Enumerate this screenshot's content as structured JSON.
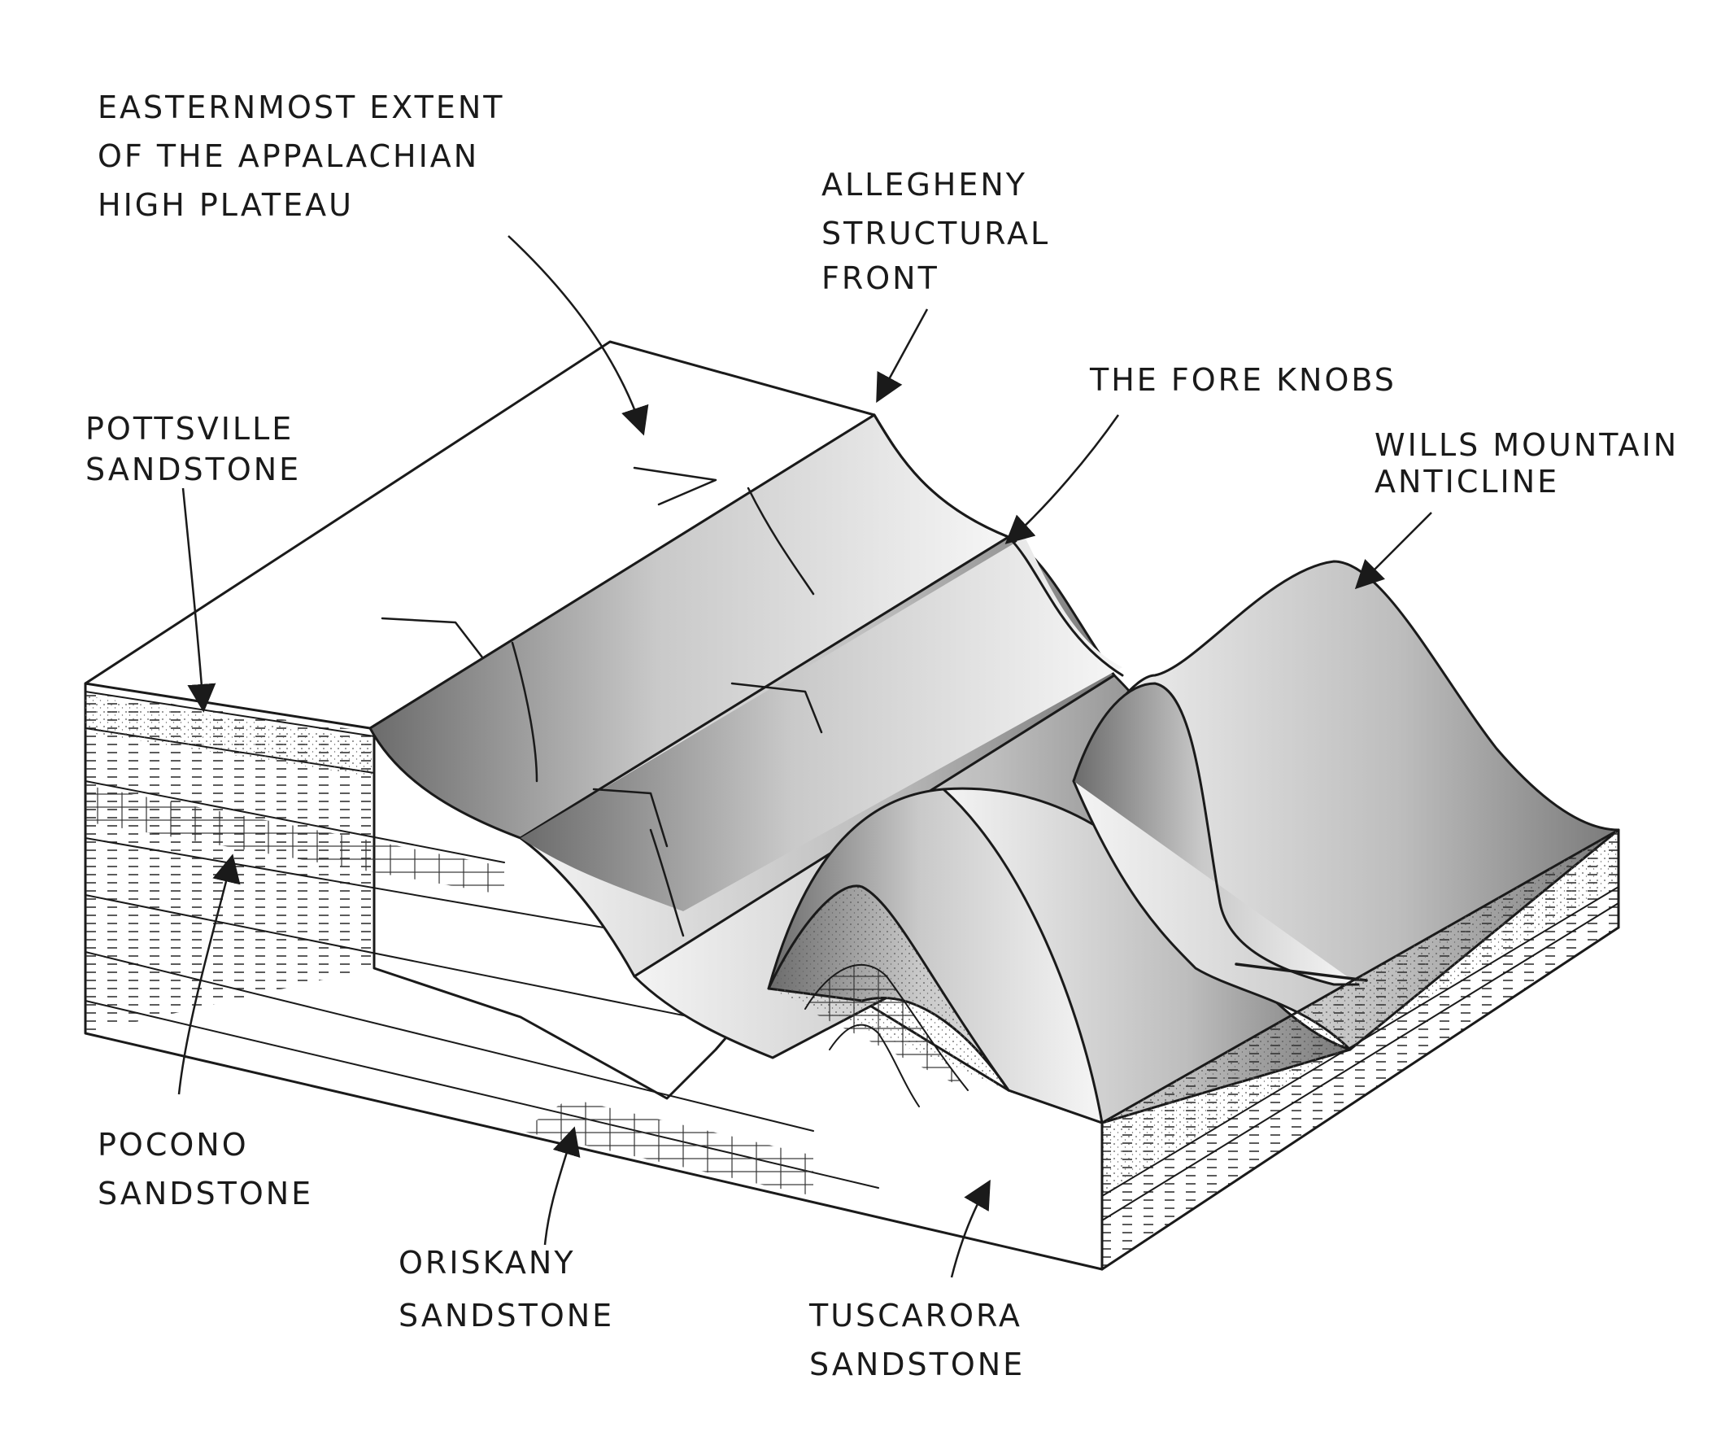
{
  "labels": {
    "plateau": [
      "EASTERNMOST EXTENT",
      "OF THE APPALACHIAN",
      "HIGH PLATEAU"
    ],
    "allegheny": [
      "ALLEGHENY",
      "STRUCTURAL",
      "FRONT"
    ],
    "fore_knobs": [
      "THE FORE KNOBS"
    ],
    "wills_mountain": [
      "WILLS MOUNTAIN",
      "ANTICLINE"
    ],
    "pottsville": [
      "POTTSVILLE",
      "SANDSTONE"
    ],
    "pocono": [
      "POCONO",
      "SANDSTONE"
    ],
    "oriskany": [
      "ORISKANY",
      "SANDSTONE"
    ],
    "tuscarora": [
      "TUSCARORA",
      "SANDSTONE"
    ]
  },
  "colors": {
    "ink": "#1a1a1a",
    "paper": "#ffffff",
    "stipple": "#555555"
  }
}
